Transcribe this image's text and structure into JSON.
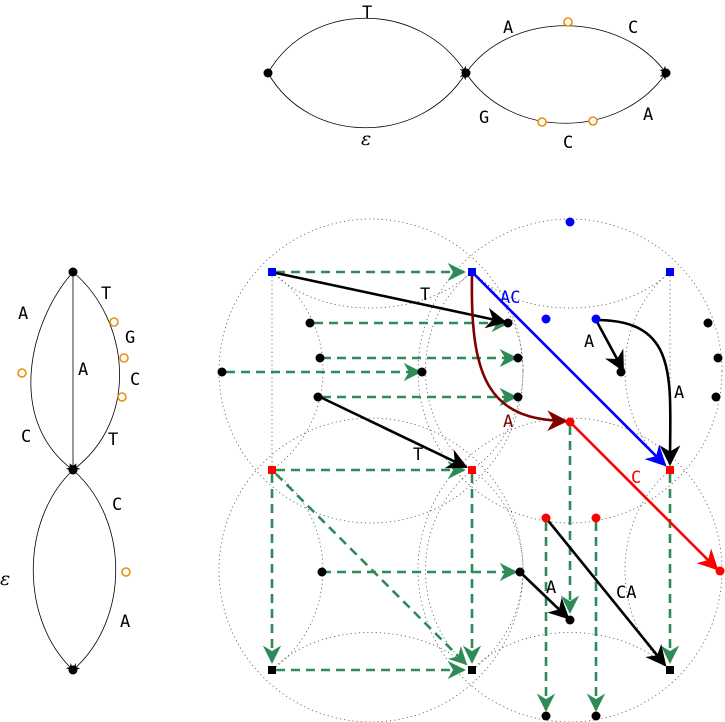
{
  "colors": {
    "black": "#000000",
    "blue": "#0000ff",
    "red": "#ff0000",
    "darkred": "#800000",
    "green": "#2e8b57",
    "orange": "#e8900c",
    "dotted": "#555555"
  },
  "top_graph": {
    "label_T": "T",
    "label_eps": "ε",
    "label_A1": "A",
    "label_C1": "C",
    "label_G": "G",
    "label_C2": "C",
    "label_A2": "A"
  },
  "left_graph": {
    "label_A_left": "A",
    "label_C_left": "C",
    "label_A_mid": "A",
    "label_T_top": "T",
    "label_G": "G",
    "label_C_right": "C",
    "label_T_bottom": "T",
    "label_C_lower": "C",
    "label_eps": "ε",
    "label_A_lower": "A"
  },
  "grid_graph": {
    "label_T1": "T",
    "label_AC": "AC",
    "label_A_arc": "A",
    "label_A_blue": "A",
    "label_A_right": "A",
    "label_T2": "T",
    "label_C_red": "C",
    "label_A_lower": "A",
    "label_CA": "CA"
  }
}
